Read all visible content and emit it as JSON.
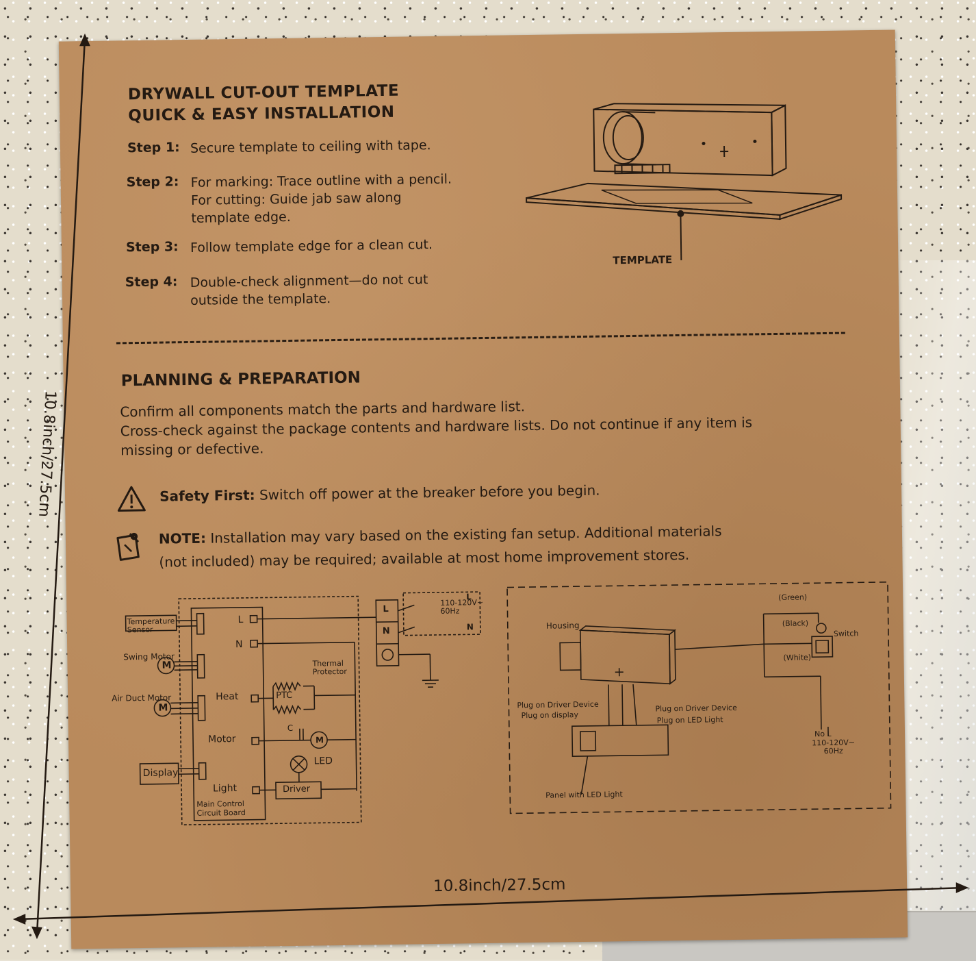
{
  "header": {
    "title_line1": "DRYWALL CUT-OUT TEMPLATE",
    "title_line2": "QUICK & EASY INSTALLATION"
  },
  "steps": [
    {
      "label": "Step 1:",
      "lines": [
        "Secure template to ceiling with tape."
      ]
    },
    {
      "label": "Step 2:",
      "lines": [
        "For marking: Trace outline with a pencil.",
        "For cutting: Guide jab saw along",
        "template edge."
      ]
    },
    {
      "label": "Step 3:",
      "lines": [
        "Follow template edge for a clean cut."
      ]
    },
    {
      "label": "Step 4:",
      "lines": [
        "Double-check alignment—do not cut",
        "outside the template."
      ]
    }
  ],
  "illustration": {
    "template_label": "TEMPLATE"
  },
  "planning": {
    "heading": "PLANNING & PREPARATION",
    "line1": "Confirm all components match the parts and hardware list.",
    "line2": "Cross-check against the package contents and hardware lists. Do not continue if any item is",
    "line3": "missing or defective.",
    "safety_label": "Safety First:",
    "safety_text": " Switch off power at the breaker before you begin.",
    "note_label": "NOTE:",
    "note_line1": " Installation may vary based on the existing fan setup. Additional materials",
    "note_line2": "(not included) may be required; available at most home improvement stores."
  },
  "wiring": {
    "temperature_sensor": [
      "Temperature",
      "Sensor"
    ],
    "swing_motor": "Swing Motor",
    "air_duct_motor": "Air Duct Motor",
    "display": "Display",
    "motor_symbol": "M",
    "terminal_L": "L",
    "terminal_N": "N",
    "heat": "Heat",
    "motor": "Motor",
    "light": "Light",
    "ptc": "PTC",
    "thermal_protector": [
      "Thermal",
      "Protector"
    ],
    "capacitor": "C",
    "led": "LED",
    "driver": "Driver",
    "board": [
      "Main Control",
      "Circuit Board"
    ],
    "supply_L": "L",
    "supply_N": "N",
    "supply_voltage": [
      "110-120V~",
      "60Hz"
    ]
  },
  "install": {
    "green": "(Green)",
    "black": "(Black)",
    "white": "(White)",
    "switch": "Switch",
    "housing": "Housing",
    "plug_driver_left": "Plug on Driver Device",
    "plug_display": "Plug on display",
    "plug_driver_right": "Plug on Driver Device",
    "plug_led": "Plug on LED Light",
    "panel": "Panel with LED Light",
    "no_label": "N",
    "ol_label": "L",
    "voltage": [
      "110-120V~",
      "60Hz"
    ]
  },
  "dimensions": {
    "vertical": "10.8inch/27.5cm",
    "horizontal": "10.8inch/27.5cm"
  }
}
